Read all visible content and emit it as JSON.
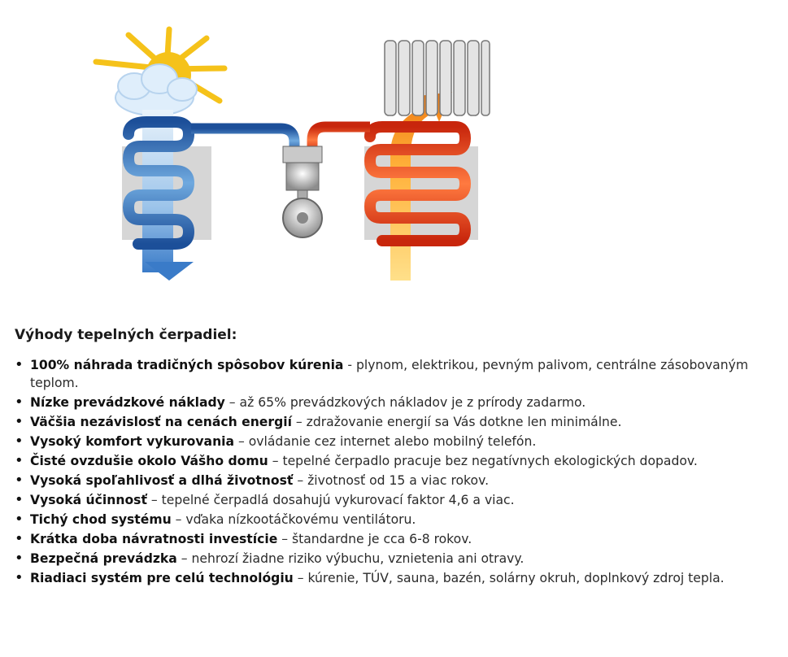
{
  "heading": "Výhody tepelných čerpadiel:",
  "items": [
    {
      "bold": "100% náhrada tradičných spôsobov kúrenia",
      "sep": " - ",
      "text": "plynom, elektrikou, pevným palivom, centrálne zásobovaným teplom."
    },
    {
      "bold": "Nízke prevádzkové náklady",
      "sep": " – ",
      "text": "až 65% prevádzkových nákladov je z prírody zadarmo."
    },
    {
      "bold": "Väčšia nezávislosť na cenách energií",
      "sep": " – ",
      "text": "zdražovanie energií sa Vás dotkne len minimálne."
    },
    {
      "bold": "Vysoký komfort vykurovania",
      "sep": " – ",
      "text": "ovládanie cez internet alebo mobilný telefón."
    },
    {
      "bold": "Čisté ovzdušie okolo Vášho domu",
      "sep": " – ",
      "text": "tepelné čerpadlo pracuje bez negatívnych ekologických dopadov."
    },
    {
      "bold": "Vysoká spoľahlivosť a dlhá životnosť",
      "sep": " – ",
      "text": "životnosť od 15 a viac rokov."
    },
    {
      "bold": "Vysoká účinnosť",
      "sep": " – ",
      "text": "tepelné čerpadlá dosahujú vykurovací faktor 4,6 a viac."
    },
    {
      "bold": "Tichý chod systému",
      "sep": " – ",
      "text": "vďaka nízkootáčkovému ventilátoru."
    },
    {
      "bold": " Krátka doba návratnosti investície",
      "sep": " – ",
      "text": "štandardne je cca 6-8 rokov."
    },
    {
      "bold": "Bezpečná prevádzka",
      "sep": " – ",
      "text": "nehrozí žiadne riziko výbuchu, vznietenia ani otravy."
    },
    {
      "bold": "Riadiaci systém pre celú technológiu",
      "sep": " – ",
      "text": "kúrenie, TÚV, sauna, bazén, solárny okruh, doplnkový zdroj tepla."
    }
  ],
  "colors": {
    "cold": "#2f6fb8",
    "cold_light": "#cfe3f5",
    "hot": "#e2401c",
    "hot_light": "#ffb347",
    "sun": "#f5c21a"
  }
}
